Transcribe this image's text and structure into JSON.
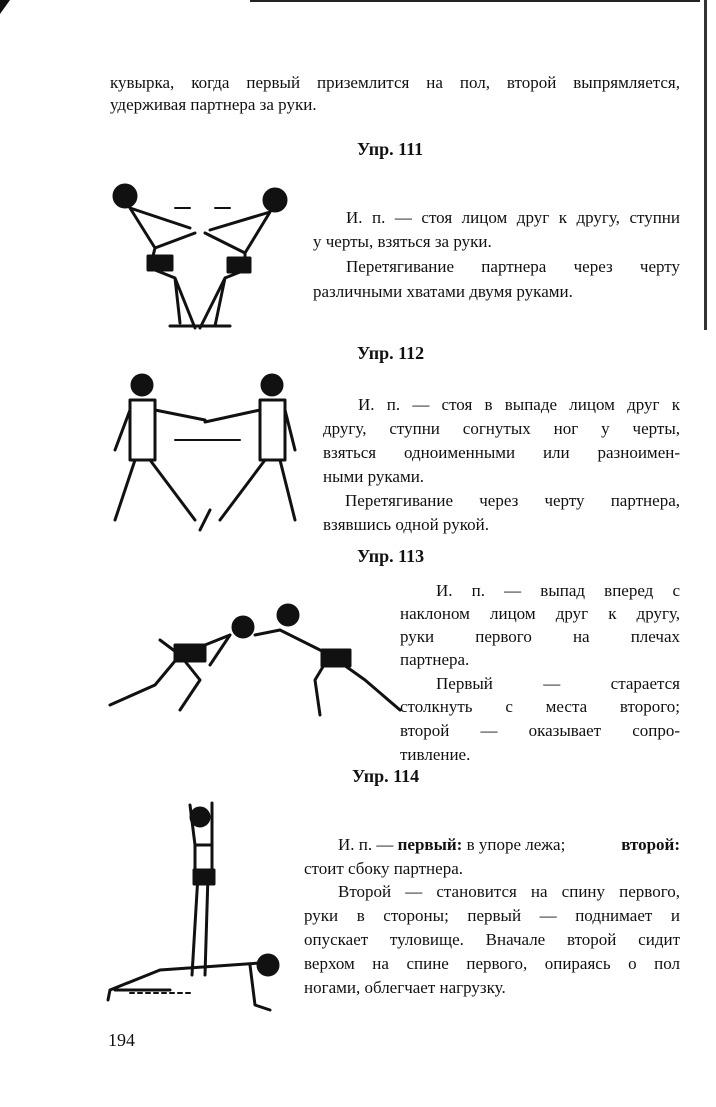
{
  "intro": {
    "lines": [
      "кувырка, когда первый приземлится на пол, второй выпрямляется,",
      "удерживая партнера за руки."
    ]
  },
  "exercises": [
    {
      "title": "Упр. 111",
      "lines": [
        "И. п. — стоя лицом друг к другу, ступни",
        "у черты, взяться за руки.",
        "Перетягивание партнера через черту",
        "различными хватами двумя руками."
      ]
    },
    {
      "title": "Упр. 112",
      "lines": [
        "И. п. — стоя в выпаде лицом друг к",
        "другу, ступни согнутых ног у черты,",
        "взяться одноименными или разноимен-",
        "ными руками.",
        "Перетягивание через черту партнера,",
        "взявшись одной рукой."
      ]
    },
    {
      "title": "Упр. 113",
      "lines": [
        "И. п. — выпад вперед с",
        "наклоном лицом друг к другу,",
        "руки первого на плечах",
        "партнера.",
        "Первый — старается",
        "столкнуть с места второго;",
        "второй — оказывает сопро-",
        "тивление."
      ]
    },
    {
      "title": "Упр. 114",
      "line1": {
        "a": "И. п. — ",
        "b": "первый:",
        "c": " в упоре лежа; ",
        "d": "второй:"
      },
      "lines": [
        "стоит сбоку партнера.",
        "Второй — становится на спину первого,",
        "руки в стороны; первый — поднимает и",
        "опускает туловище. Вначале второй сидит",
        "верхом на спине первого, опираясь о пол",
        "ногами, облегчает нагрузку."
      ]
    }
  ],
  "page_number": "194"
}
